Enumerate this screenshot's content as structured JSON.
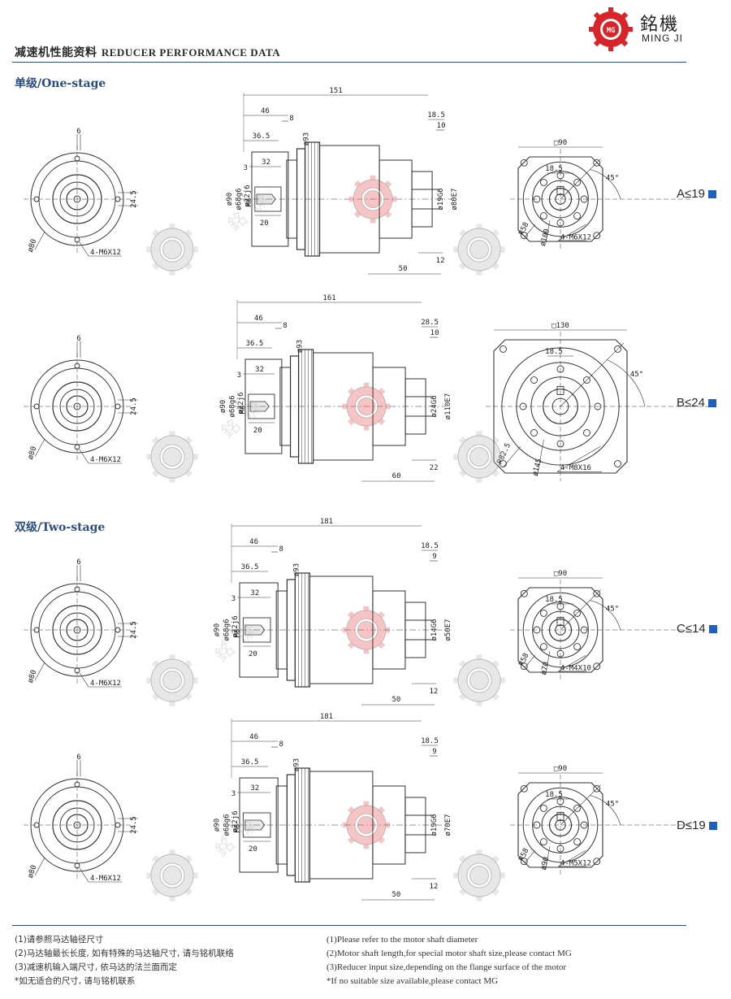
{
  "header": {
    "title_cn": "减速机性能资料",
    "title_en": "REDUCER PERFORMANCE DATA",
    "logo_cn": "銘機",
    "logo_en": "MING JI",
    "logo_mark": "MG",
    "watermark_cn": "銘 機",
    "watermark_en": "MING JI",
    "accent_color": "#2b4c7e",
    "logo_color": "#d9252a"
  },
  "sections": {
    "one_stage": "单级/One-stage",
    "two_stage": "双级/Two-stage"
  },
  "rows": [
    {
      "code": "A≤19",
      "left": {
        "d1": "6",
        "d2": "24.5",
        "d3": "ø80",
        "bolt": "4-M6X12"
      },
      "side": {
        "total": "151",
        "l1": "46",
        "l2": "8",
        "l3": "36.5",
        "l4": "3",
        "l5": "32",
        "l6": "20",
        "thread": "M8",
        "dia1": "ø90",
        "dia2": "ø68g6",
        "dia3": "ø22j6",
        "dia4": "ø93",
        "top1": "18.5",
        "top2": "10",
        "shaft": "ø19G6",
        "pilot": "ø80E7",
        "bot1": "12",
        "bot2": "50"
      },
      "front": {
        "square": "□90",
        "key": "18.5",
        "angle": "45°",
        "radius": "R58",
        "pcd": "ø100",
        "bolt": "4-M6X12"
      }
    },
    {
      "code": "B≤24",
      "left": {
        "d1": "6",
        "d2": "24.5",
        "d3": "ø80",
        "bolt": "4-M6X12"
      },
      "side": {
        "total": "161",
        "l1": "46",
        "l2": "8",
        "l3": "36.5",
        "l4": "3",
        "l5": "32",
        "l6": "20",
        "thread": "M8",
        "dia1": "ø90",
        "dia2": "ø68g6",
        "dia3": "ø22j6",
        "dia4": "ø93",
        "top1": "28.5",
        "top2": "10",
        "shaft": "ø24G6",
        "pilot": "ø110E7",
        "bot1": "22",
        "bot2": "60"
      },
      "front": {
        "square": "□130",
        "key": "18.5",
        "angle": "45°",
        "radius": "R82.5",
        "pcd": "ø145",
        "bolt": "4-M8X16"
      }
    },
    {
      "code": "C≤14",
      "left": {
        "d1": "6",
        "d2": "24.5",
        "d3": "ø80",
        "bolt": "4-M6X12"
      },
      "side": {
        "total": "181",
        "l1": "46",
        "l2": "8",
        "l3": "36.5",
        "l4": "3",
        "l5": "32",
        "l6": "20",
        "thread": "M8",
        "dia1": "ø90",
        "dia2": "ø68g6",
        "dia3": "ø22j6",
        "dia4": "ø93",
        "top1": "18.5",
        "top2": "9",
        "shaft": "ø14G6",
        "pilot": "ø50E7",
        "bot1": "12",
        "bot2": "50"
      },
      "front": {
        "square": "□90",
        "key": "18.5",
        "angle": "45°",
        "radius": "R58",
        "pcd": "ø70",
        "bolt": "4-M4X10"
      }
    },
    {
      "code": "D≤19",
      "left": {
        "d1": "6",
        "d2": "24.5",
        "d3": "ø80",
        "bolt": "4-M6X12"
      },
      "side": {
        "total": "181",
        "l1": "46",
        "l2": "8",
        "l3": "36.5",
        "l4": "3",
        "l5": "32",
        "l6": "20",
        "thread": "M8",
        "dia1": "ø90",
        "dia2": "ø68g6",
        "dia3": "ø22j6",
        "dia4": "ø93",
        "top1": "18.5",
        "top2": "9",
        "shaft": "ø19G6",
        "pilot": "ø70E7",
        "bot1": "12",
        "bot2": "50"
      },
      "front": {
        "square": "□90",
        "key": "18.5",
        "angle": "45°",
        "radius": "R58",
        "pcd": "ø90",
        "bolt": "4-M5X12"
      }
    }
  ],
  "notes_cn": [
    "(1)请参照马达轴径尺寸",
    "(2)马达轴最长长度, 如有特殊的马达轴尺寸, 请与铭机联络",
    "(3)减速机输入端尺寸, 依马达的法兰面而定",
    "*如无适合的尺寸, 请与铭机联系"
  ],
  "notes_en": [
    "(1)Please refer to the motor shaft diameter",
    "(2)Motor shaft length,for special motor shaft size,please contact MG",
    "(3)Reducer input size,depending on the flange surface of the motor",
    "*If no suitable size available,please contact MG"
  ]
}
